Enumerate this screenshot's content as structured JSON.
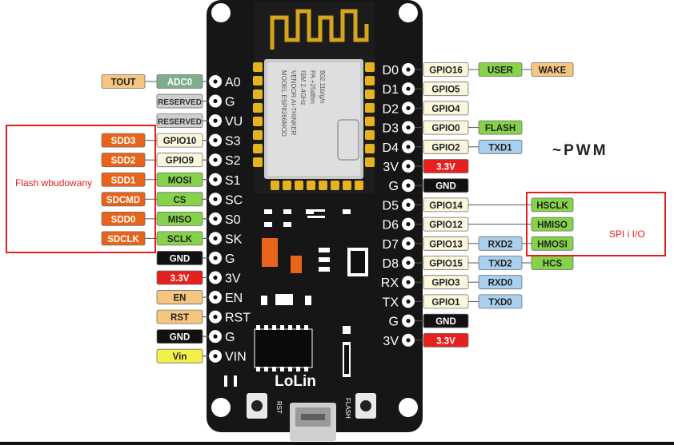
{
  "board": {
    "module_model": "MODEL  ESP8266MOD",
    "module_vendor": "VENDOR  AI-THINKER",
    "module_ism": "ISM  2.4GHz",
    "module_pa": "PA  +25dBm",
    "module_std": "802.11b/g/n",
    "brand": "LoLin",
    "button_left": "RST",
    "button_right": "FLASH"
  },
  "left_pins": [
    {
      "pin": "A0",
      "labels": [
        {
          "text": "TOUT",
          "kind": "tan"
        },
        {
          "text": "ADC0",
          "kind": "sage"
        }
      ]
    },
    {
      "pin": "G",
      "labels": [
        {
          "text": "RESERVED",
          "kind": "grey"
        }
      ]
    },
    {
      "pin": "VU",
      "labels": [
        {
          "text": "RESERVED",
          "kind": "grey"
        }
      ]
    },
    {
      "pin": "S3",
      "labels": [
        {
          "text": "SDD3",
          "kind": "orange"
        },
        {
          "text": "GPIO10",
          "kind": "cream"
        }
      ]
    },
    {
      "pin": "S2",
      "labels": [
        {
          "text": "SDD2",
          "kind": "orange"
        },
        {
          "text": "GPIO9",
          "kind": "cream"
        }
      ]
    },
    {
      "pin": "S1",
      "labels": [
        {
          "text": "SDD1",
          "kind": "orange"
        },
        {
          "text": "MOSI",
          "kind": "green"
        }
      ]
    },
    {
      "pin": "SC",
      "labels": [
        {
          "text": "SDCMD",
          "kind": "orange"
        },
        {
          "text": "CS",
          "kind": "green"
        }
      ]
    },
    {
      "pin": "S0",
      "labels": [
        {
          "text": "SDD0",
          "kind": "orange"
        },
        {
          "text": "MISO",
          "kind": "green"
        }
      ]
    },
    {
      "pin": "SK",
      "labels": [
        {
          "text": "SDCLK",
          "kind": "orange"
        },
        {
          "text": "SCLK",
          "kind": "green"
        }
      ]
    },
    {
      "pin": "G",
      "labels": [
        {
          "text": "GND",
          "kind": "black"
        }
      ]
    },
    {
      "pin": "3V",
      "labels": [
        {
          "text": "3.3V",
          "kind": "red"
        }
      ]
    },
    {
      "pin": "EN",
      "labels": [
        {
          "text": "EN",
          "kind": "tan"
        }
      ]
    },
    {
      "pin": "RST",
      "labels": [
        {
          "text": "RST",
          "kind": "tan"
        }
      ]
    },
    {
      "pin": "G",
      "labels": [
        {
          "text": "GND",
          "kind": "black"
        }
      ]
    },
    {
      "pin": "VIN",
      "labels": [
        {
          "text": "Vin",
          "kind": "yellow"
        }
      ]
    }
  ],
  "right_pins": [
    {
      "pin": "D0",
      "labels": [
        {
          "text": "GPIO16",
          "kind": "cream"
        },
        {
          "text": "USER",
          "kind": "green"
        },
        {
          "text": "WAKE",
          "kind": "tan"
        }
      ]
    },
    {
      "pin": "D1",
      "labels": [
        {
          "text": "GPIO5",
          "kind": "cream"
        }
      ]
    },
    {
      "pin": "D2",
      "labels": [
        {
          "text": "GPIO4",
          "kind": "cream"
        }
      ]
    },
    {
      "pin": "D3",
      "labels": [
        {
          "text": "GPIO0",
          "kind": "cream"
        },
        {
          "text": "FLASH",
          "kind": "green"
        }
      ]
    },
    {
      "pin": "D4",
      "labels": [
        {
          "text": "GPIO2",
          "kind": "cream"
        },
        {
          "text": "TXD1",
          "kind": "blue"
        }
      ]
    },
    {
      "pin": "3V",
      "labels": [
        {
          "text": "3.3V",
          "kind": "red"
        }
      ]
    },
    {
      "pin": "G",
      "labels": [
        {
          "text": "GND",
          "kind": "black"
        }
      ]
    },
    {
      "pin": "D5",
      "labels": [
        {
          "text": "GPIO14",
          "kind": "cream"
        },
        {
          "text": "HSCLK",
          "kind": "green"
        }
      ]
    },
    {
      "pin": "D6",
      "labels": [
        {
          "text": "GPIO12",
          "kind": "cream"
        },
        {
          "text": "HMISO",
          "kind": "green"
        }
      ]
    },
    {
      "pin": "D7",
      "labels": [
        {
          "text": "GPIO13",
          "kind": "cream"
        },
        {
          "text": "RXD2",
          "kind": "blue"
        },
        {
          "text": "HMOSI",
          "kind": "green"
        }
      ]
    },
    {
      "pin": "D8",
      "labels": [
        {
          "text": "GPIO15",
          "kind": "cream"
        },
        {
          "text": "TXD2",
          "kind": "blue"
        },
        {
          "text": "HCS",
          "kind": "green"
        }
      ]
    },
    {
      "pin": "RX",
      "labels": [
        {
          "text": "GPIO3",
          "kind": "cream"
        },
        {
          "text": "RXD0",
          "kind": "blue"
        }
      ]
    },
    {
      "pin": "TX",
      "labels": [
        {
          "text": "GPIO1",
          "kind": "cream"
        },
        {
          "text": "TXD0",
          "kind": "blue"
        }
      ]
    },
    {
      "pin": "G",
      "labels": [
        {
          "text": "GND",
          "kind": "black"
        }
      ]
    },
    {
      "pin": "3V",
      "labels": [
        {
          "text": "3.3V",
          "kind": "red"
        }
      ]
    }
  ],
  "annotations": {
    "flash_note": "Flash wbudowany",
    "spi_note": "SPI i I/O",
    "pwm_note": "~PWM"
  },
  "colors": {
    "board": "#161616",
    "tan": "#f6c57f",
    "sage": "#7fae8c",
    "grey": "#cfcfcf",
    "cream": "#fbf7dd",
    "orange": "#e8641b",
    "green": "#86d24a",
    "blue": "#a9d1ef",
    "black": "#111111",
    "red": "#e5201f",
    "yellow": "#f3f04a",
    "highlight": "#e41d1d"
  }
}
